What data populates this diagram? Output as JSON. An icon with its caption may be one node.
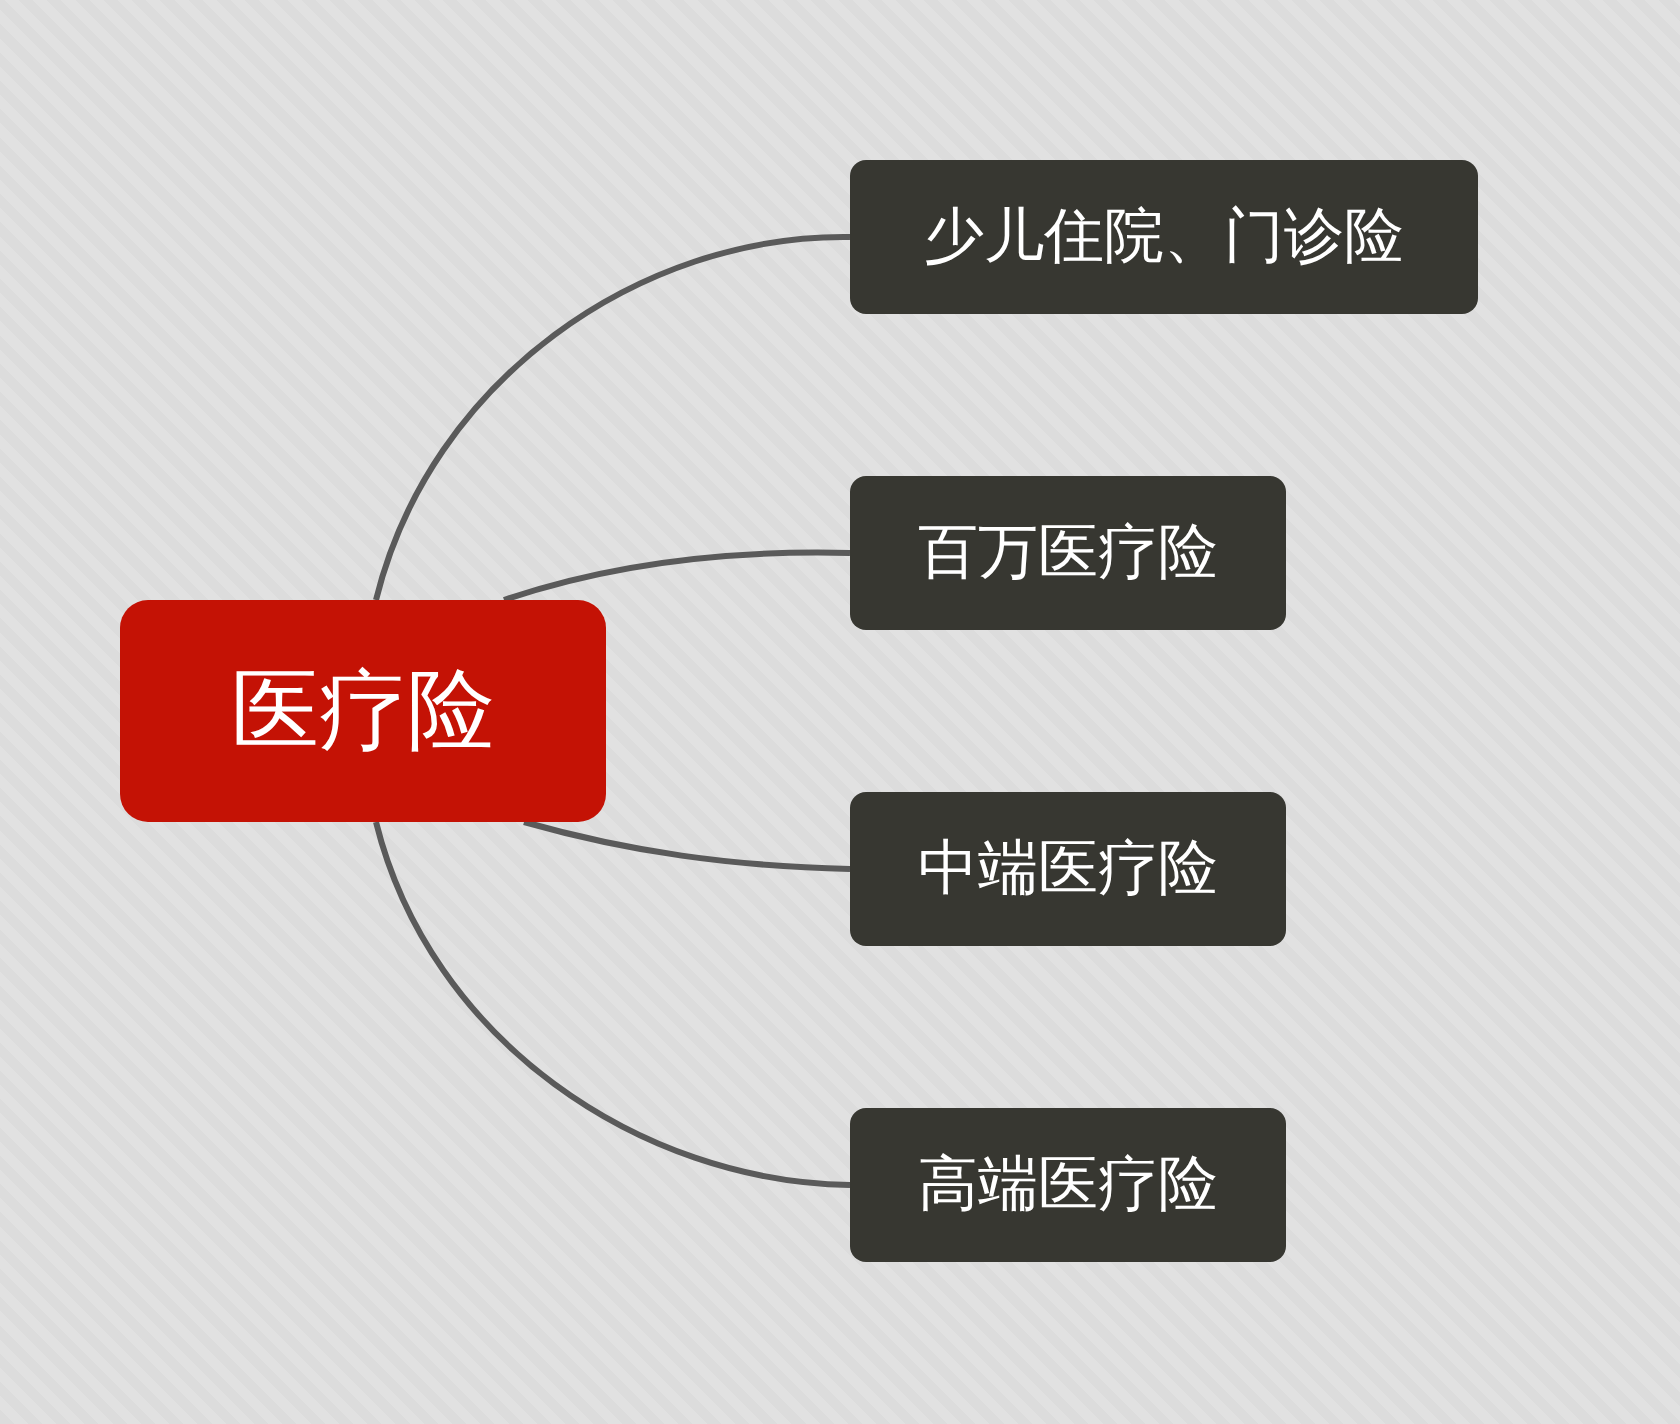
{
  "diagram": {
    "nodes": [
      {
        "text": [
          "医疗险"
        ]
      },
      {
        "text": [
          "少儿住院、门诊险"
        ]
      },
      {
        "text": [
          "百万医疗险"
        ]
      },
      {
        "text": [
          "中端医疗险"
        ]
      },
      {
        "text": [
          "高端医疗险"
        ]
      }
    ],
    "edges": [
      {
        "from": 0,
        "to": 1,
        "arrow": "none"
      },
      {
        "from": 0,
        "to": 2,
        "arrow": "none"
      },
      {
        "from": 0,
        "to": 3,
        "arrow": "none"
      },
      {
        "from": 0,
        "to": 4,
        "arrow": "none"
      }
    ]
  }
}
